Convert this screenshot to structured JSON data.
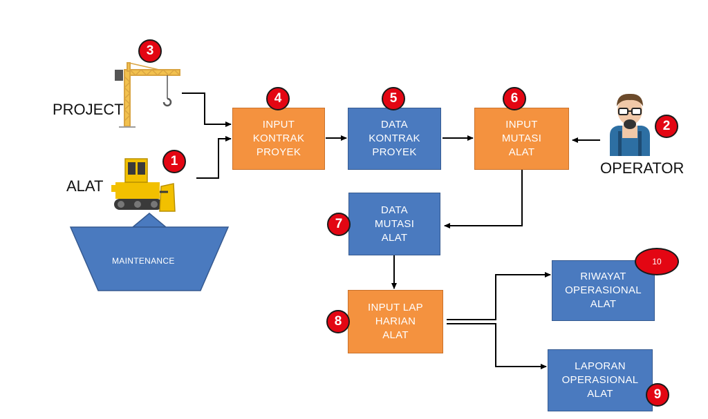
{
  "actors": {
    "project": "PROJECT",
    "alat": "ALAT",
    "operator": "OPERATOR",
    "maintenance": "MAINTENANCE"
  },
  "boxes": {
    "input_kontrak": "INPUT\nKONTRAK\nPROYEK",
    "data_kontrak": "DATA\nKONTRAK\nPROYEK",
    "input_mutasi": "INPUT\nMUTASI\nALAT",
    "data_mutasi": "DATA\nMUTASI\nALAT",
    "input_lap": "INPUT LAP\nHARIAN\nALAT",
    "riwayat": "RIWAYAT\nOPERASIONAL\nALAT",
    "laporan": "LAPORAN\nOPERASIONAL\nALAT"
  },
  "badges": {
    "b1": "1",
    "b2": "2",
    "b3": "3",
    "b4": "4",
    "b5": "5",
    "b6": "6",
    "b7": "7",
    "b8": "8",
    "b9": "9",
    "b10": "10"
  },
  "icons": {
    "crane": "crane-icon",
    "bulldozer": "bulldozer-icon",
    "operator": "operator-person-icon"
  },
  "colors": {
    "input_box": "#f4923f",
    "data_box": "#4a7abf",
    "badge": "#e30613",
    "maintenance": "#4a7abf",
    "crane": "#f2c14e"
  }
}
